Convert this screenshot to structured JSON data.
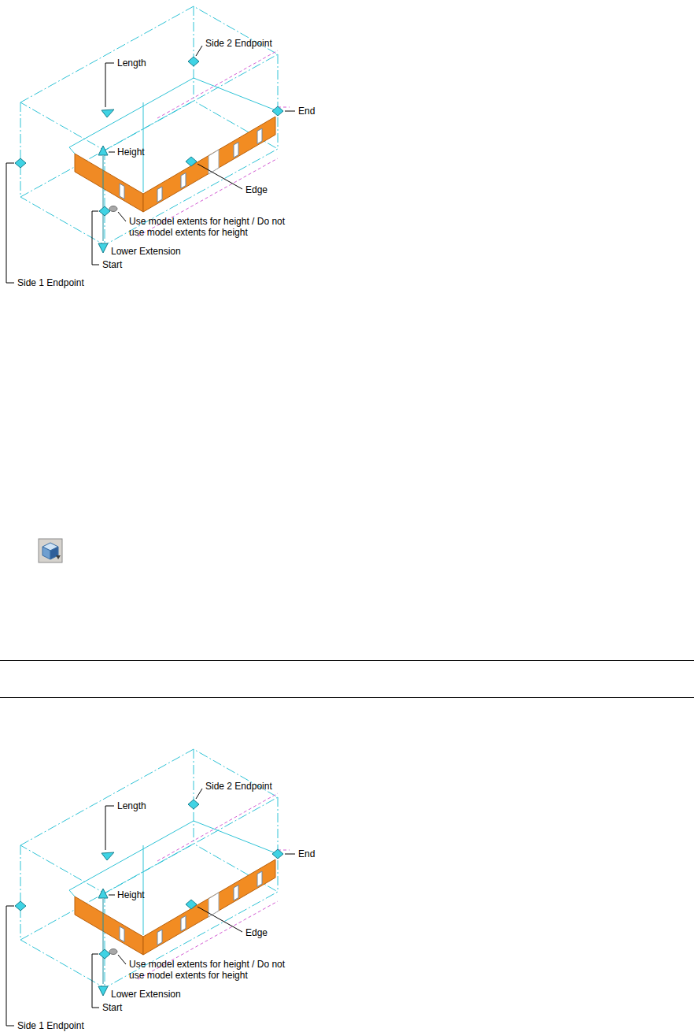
{
  "diagram": {
    "labels": [
      "Side 2 Endpoint",
      "Length",
      "End",
      "Height",
      "Edge",
      "Use model extents for height / Do not use model extents for height",
      "Lower Extension",
      "Start",
      "Side 1 Endpoint",
      "Side 2 Endpoint",
      "Length",
      "End",
      "Height",
      "Edge",
      "Use model extents for height / Do not use model extents for height",
      "Lower Extension",
      "Start",
      "Side 1 Endpoint"
    ]
  }
}
